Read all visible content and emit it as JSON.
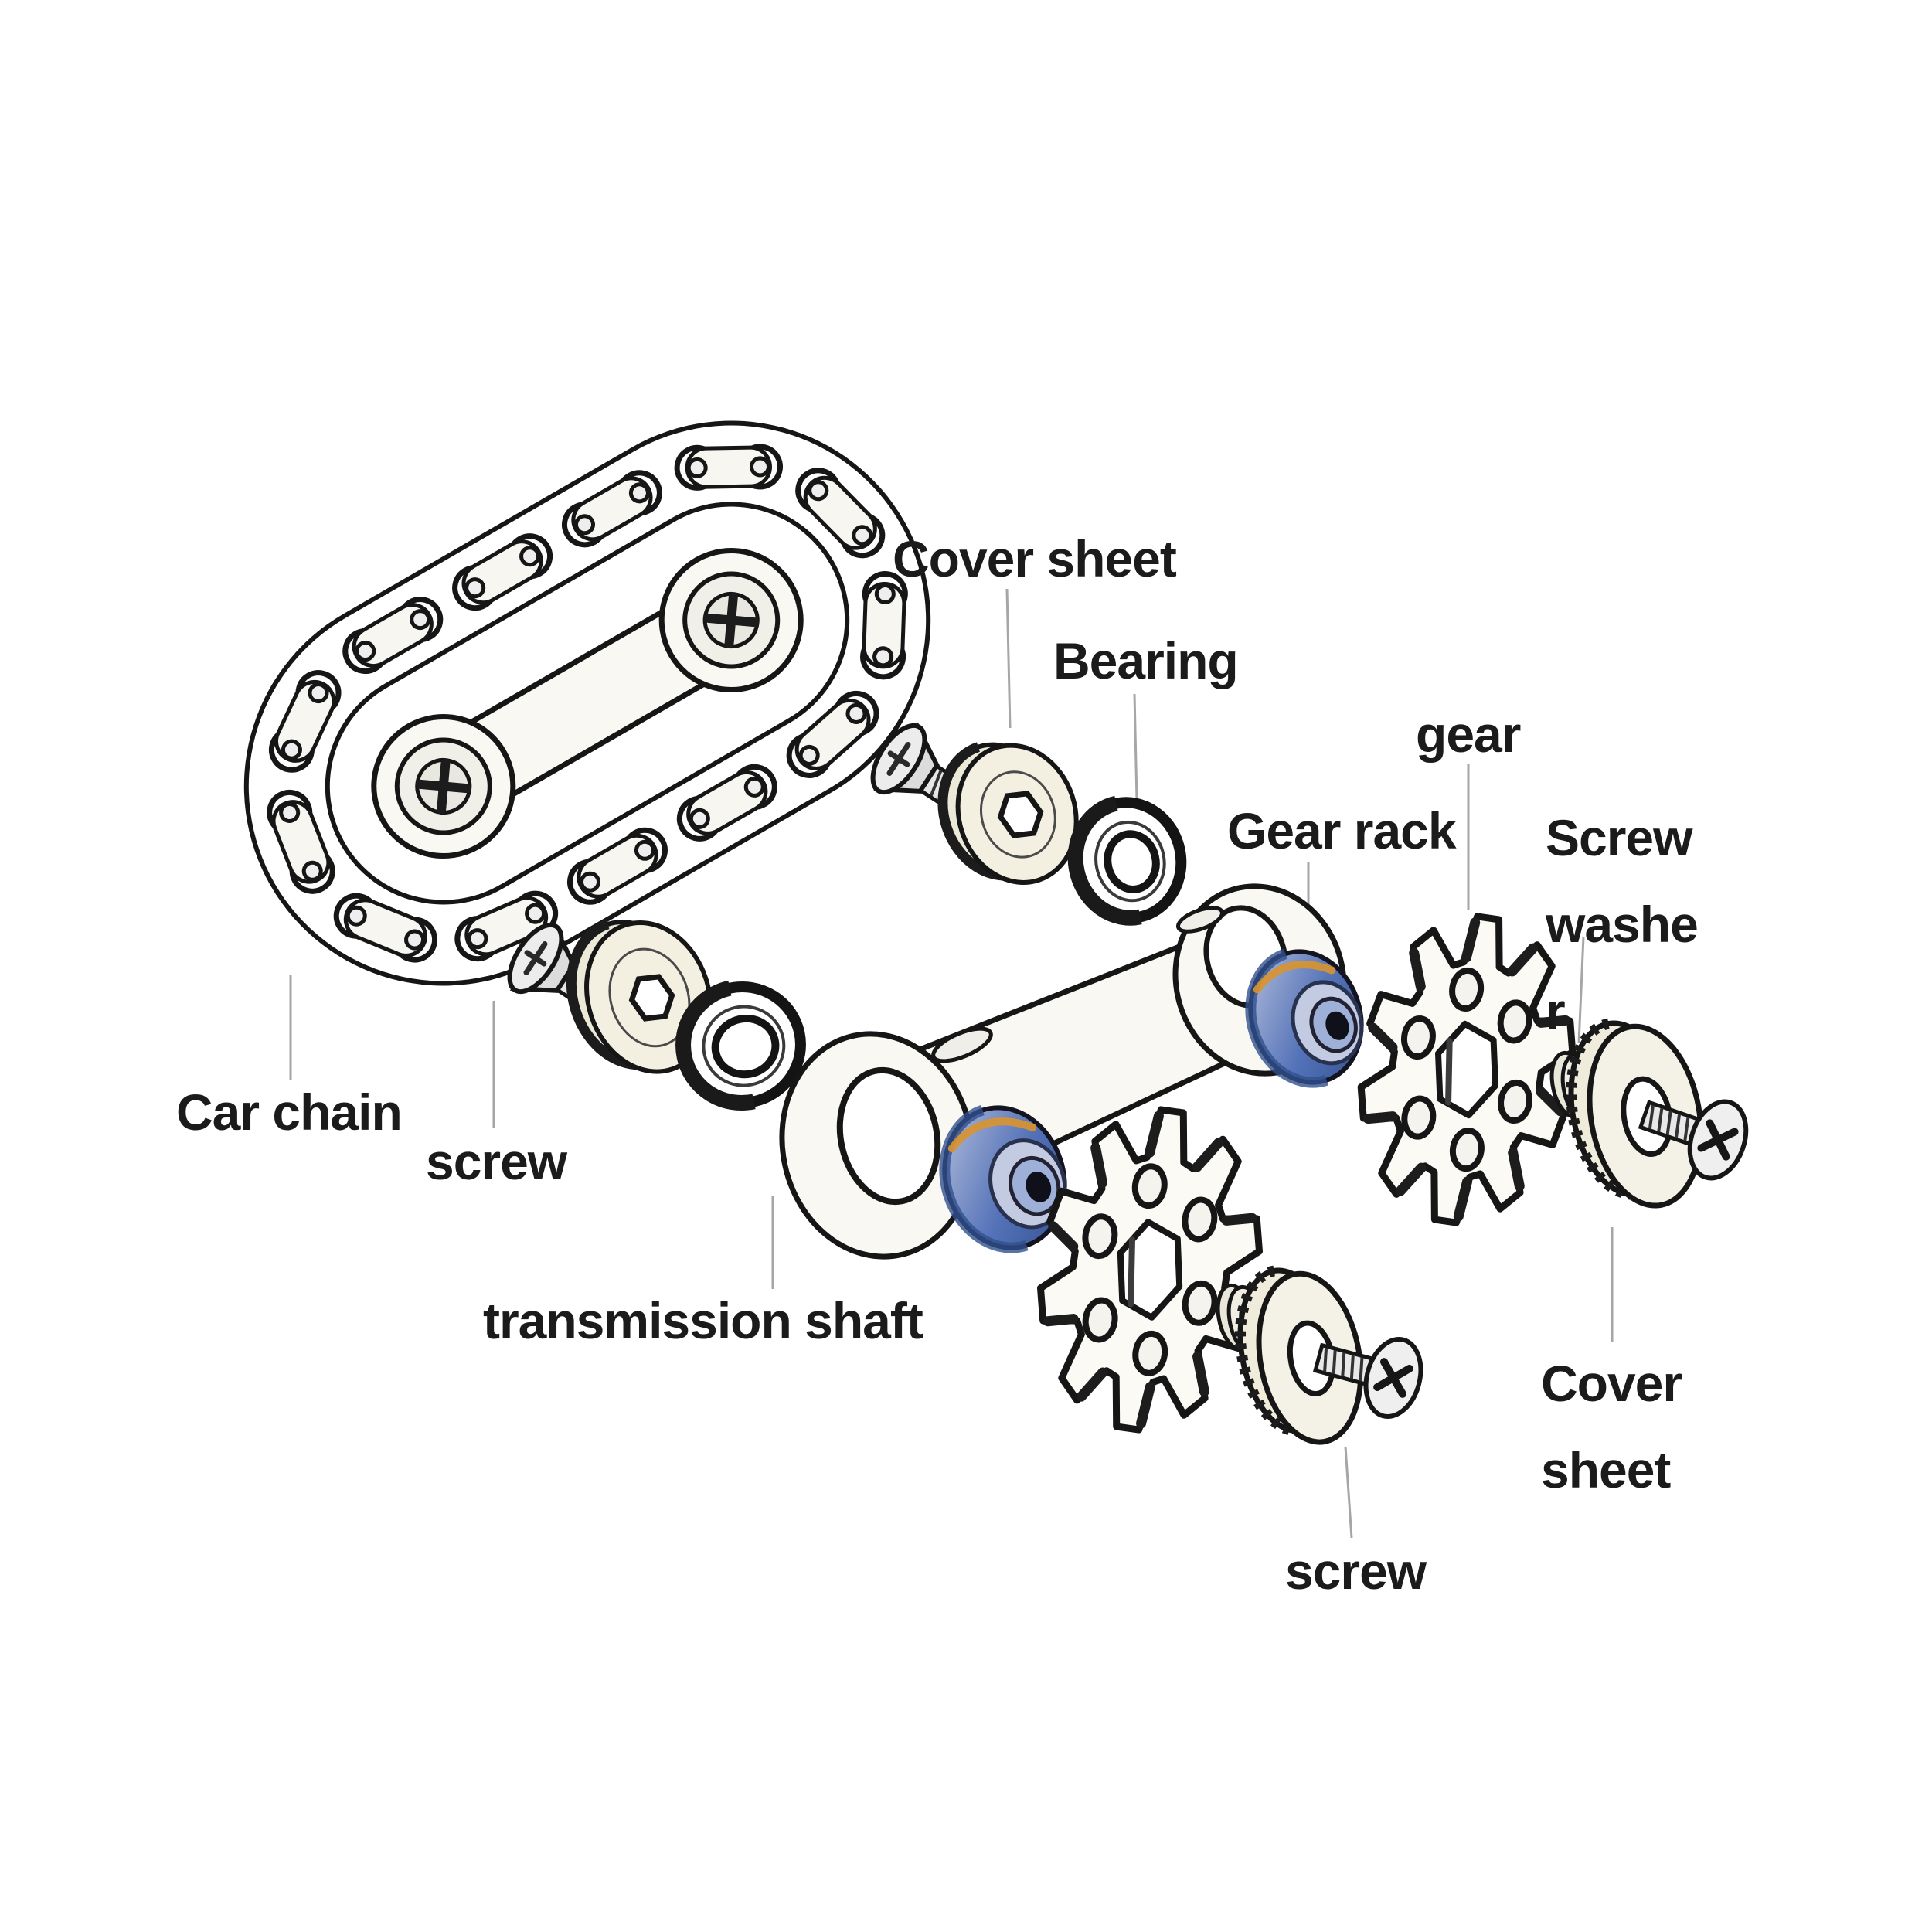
{
  "diagram": {
    "labels": {
      "cover_sheet_top": "Cover sheet",
      "bearing": "Bearing",
      "gear": "gear",
      "gear_rack": "Gear rack",
      "screw_washer": "Screw washer",
      "car_chain": "Car chain",
      "screw_left": "screw",
      "transmission_shaft": "transmission shaft",
      "cover_sheet_bottom": "Cover sheet",
      "screw_bottom": "screw"
    },
    "colors": {
      "ink": "#161616",
      "label_text": "#1b1b1b",
      "paper": "#ffffff",
      "leader_line": "#a6a6a6",
      "metal_tint": "#f1eedd",
      "plate_tint": "#f9f8f2",
      "titanium_blue_light": "#b8c2dd",
      "titanium_blue": "#5472b8",
      "titanium_blue_dark": "#31508f",
      "titanium_gold": "#d9932f"
    }
  }
}
